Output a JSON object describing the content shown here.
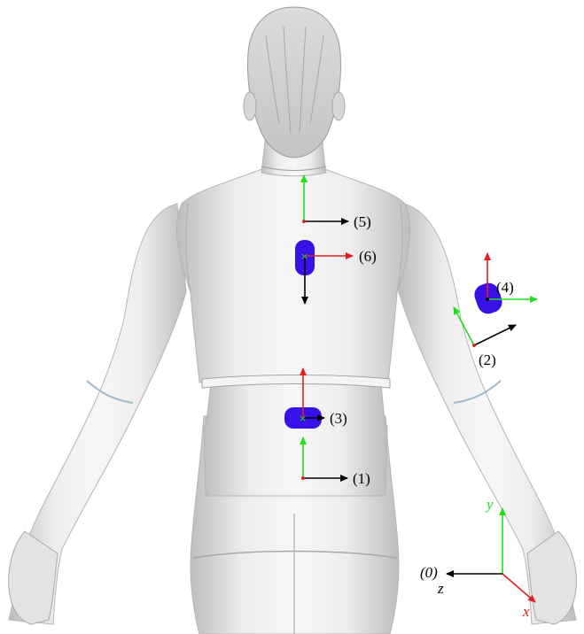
{
  "diagram": {
    "markers": [
      {
        "id": "1",
        "label": "(1)"
      },
      {
        "id": "2",
        "label": "(2)"
      },
      {
        "id": "3",
        "label": "(3)"
      },
      {
        "id": "4",
        "label": "(4)"
      },
      {
        "id": "5",
        "label": "(5)"
      },
      {
        "id": "6",
        "label": "(6)"
      }
    ],
    "world_frame": {
      "label": "(0)",
      "x_axis": "x",
      "y_axis": "y",
      "z_axis": "z"
    },
    "colors": {
      "x_axis": "#e02020",
      "y_axis": "#22dd22",
      "z_axis": "#000000",
      "sensor_pad": "#3a10e8",
      "body": "#e6e6e6"
    }
  }
}
